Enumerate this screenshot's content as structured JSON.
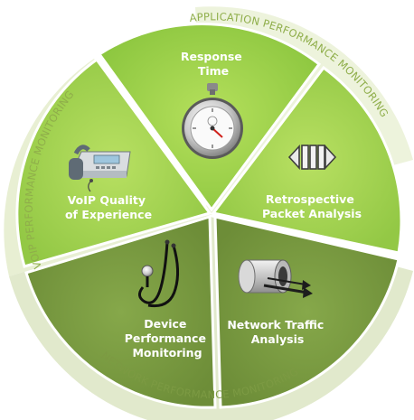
{
  "ring_labels": {
    "application": "APPLICATION PERFORMANCE MONITORING",
    "voip": "VOIP PERFORMANCE MONITORING",
    "network": "NETWORK PERFORMANCE MONITORING"
  },
  "segments": {
    "response_time": [
      "Response",
      "Time"
    ],
    "retrospective": [
      "Retrospective",
      "Packet Analysis"
    ],
    "network_traffic": [
      "Network Traffic",
      "Analysis"
    ],
    "device_performance": [
      "Device",
      "Performance",
      "Monitoring"
    ],
    "voip_quality": [
      "VoIP Quality",
      "of Experience"
    ]
  },
  "colors": {
    "bright_green": "#8cc63f",
    "light_green": "#a6cf4c",
    "dark_green": "#76963e",
    "ring_fill": "#e5ecd2",
    "ring_text_app": "#8fae4a",
    "ring_text_voip": "#8fae4a",
    "ring_text_network": "#7c9a43"
  },
  "icons": {
    "response_time": "stopwatch-icon",
    "retrospective": "packet-arrows-icon",
    "network_traffic": "network-cylinder-icon",
    "device_performance": "stethoscope-icon",
    "voip_quality": "ip-phone-icon"
  }
}
